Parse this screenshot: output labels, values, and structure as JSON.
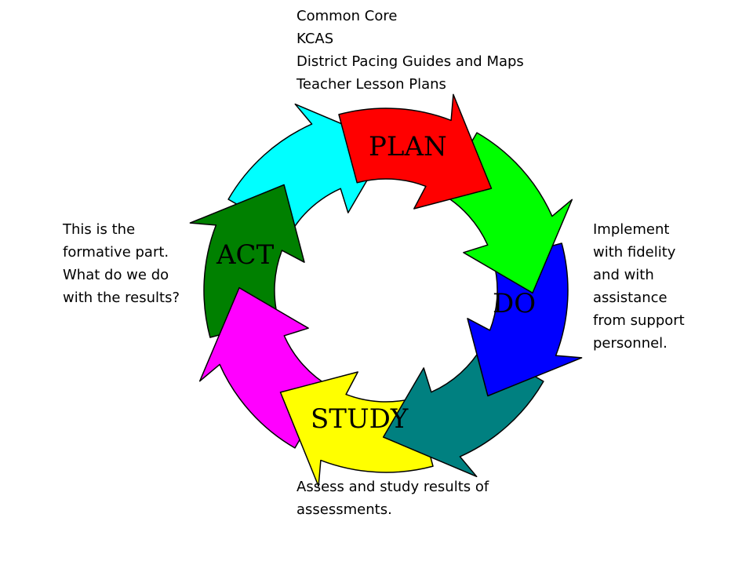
{
  "diagram": {
    "phases": [
      {
        "label": "PLAN",
        "color": "#ff0000"
      },
      {
        "label": "DO",
        "color": "#0000ff"
      },
      {
        "label": "STUDY",
        "color": "#ffff00"
      },
      {
        "label": "ACT",
        "color": "#008000"
      }
    ],
    "connector_colors": [
      "#00ff00",
      "#008080",
      "#ff00ff",
      "#00ffff"
    ],
    "outline_color": "#000000"
  },
  "notes": {
    "plan": [
      "Common Core",
      "KCAS",
      "District Pacing Guides and Maps",
      "Teacher Lesson Plans"
    ],
    "do": [
      "Implement",
      "with fidelity",
      "and with",
      "assistance",
      "from support",
      "personnel."
    ],
    "study": [
      "Assess and study results of",
      "assessments."
    ],
    "act": [
      "This is the",
      "formative part.",
      "What do we do",
      "with the results?"
    ]
  }
}
